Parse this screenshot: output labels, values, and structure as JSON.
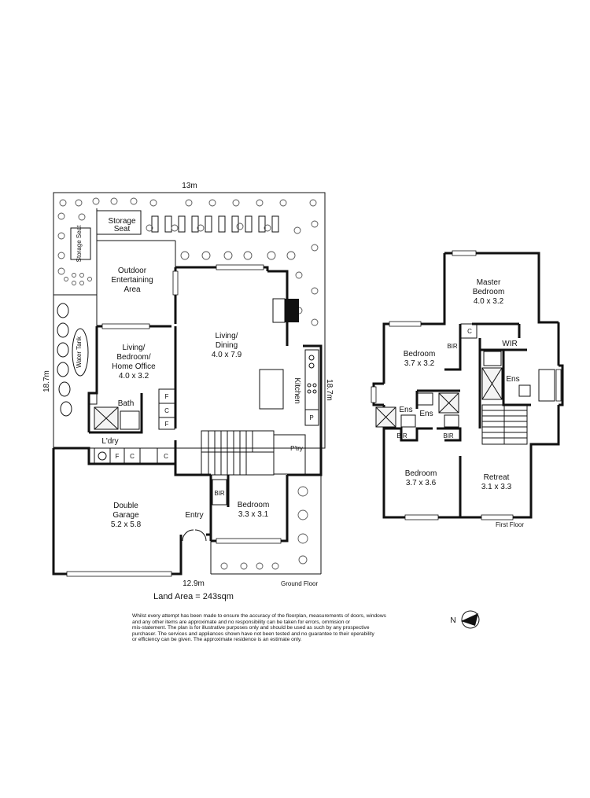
{
  "ground_floor": {
    "width_top": "13m",
    "width_bottom": "12.9m",
    "depth_left": "18.7m",
    "depth_right": "18.7m",
    "title": "Ground Floor",
    "rooms": {
      "storage_seat_top": "Storage Seat",
      "storage_seat_side": "Storage Seat",
      "outdoor_entertaining": [
        "Outdoor",
        "Entertaining",
        "Area"
      ],
      "water_tank": "Water Tank",
      "living_dining": [
        "Living/",
        "Dining",
        "4.0 x 7.9"
      ],
      "living_bedroom_office": [
        "Living/",
        "Bedroom/",
        "Home Office",
        "4.0 x 3.2"
      ],
      "kitchen": "Kitchen",
      "bath": "Bath",
      "fridge_f": "F",
      "cupboard_c": "C",
      "laundry": "L'dry",
      "pantry_p": "P",
      "pantry": "P'try",
      "double_garage": [
        "Double",
        "Garage",
        "5.2 x 5.8"
      ],
      "entry": "Entry",
      "bir": "BIR",
      "bedroom": [
        "Bedroom",
        "3.3 x 3.1"
      ]
    }
  },
  "first_floor": {
    "title": "First Floor",
    "rooms": {
      "master_bedroom": [
        "Master",
        "Bedroom",
        "4.0 x 3.2"
      ],
      "bedroom_a": [
        "Bedroom",
        "3.7 x 3.2"
      ],
      "bir_a": "BIR",
      "cupboard_c": "C",
      "wir": "WIR",
      "ens_master": "Ens",
      "ens_left": "Ens",
      "ens_mid": "Ens",
      "bir_left": "BIR",
      "bir_right": "BIR",
      "bedroom_b": [
        "Bedroom",
        "3.7 x 3.6"
      ],
      "retreat": [
        "Retreat",
        "3.1 x 3.3"
      ]
    }
  },
  "land_area": "Land Area = 243sqm",
  "compass_north": "N",
  "disclaimer": [
    "Whilst every attempt has been made to ensure the accuracy of the floorplan, measurements of doors, windows",
    "and any other items are approximate and no responsibility can be taken for errors, ommision or",
    "mis-statement. The plan is for illustrative purposes only and should be used as such by any prospective",
    "purchaser. The services and appliances shown have not been tested and no guarantee to their operability",
    "or efficiency can be given. The approximate residence is an estimate only."
  ]
}
